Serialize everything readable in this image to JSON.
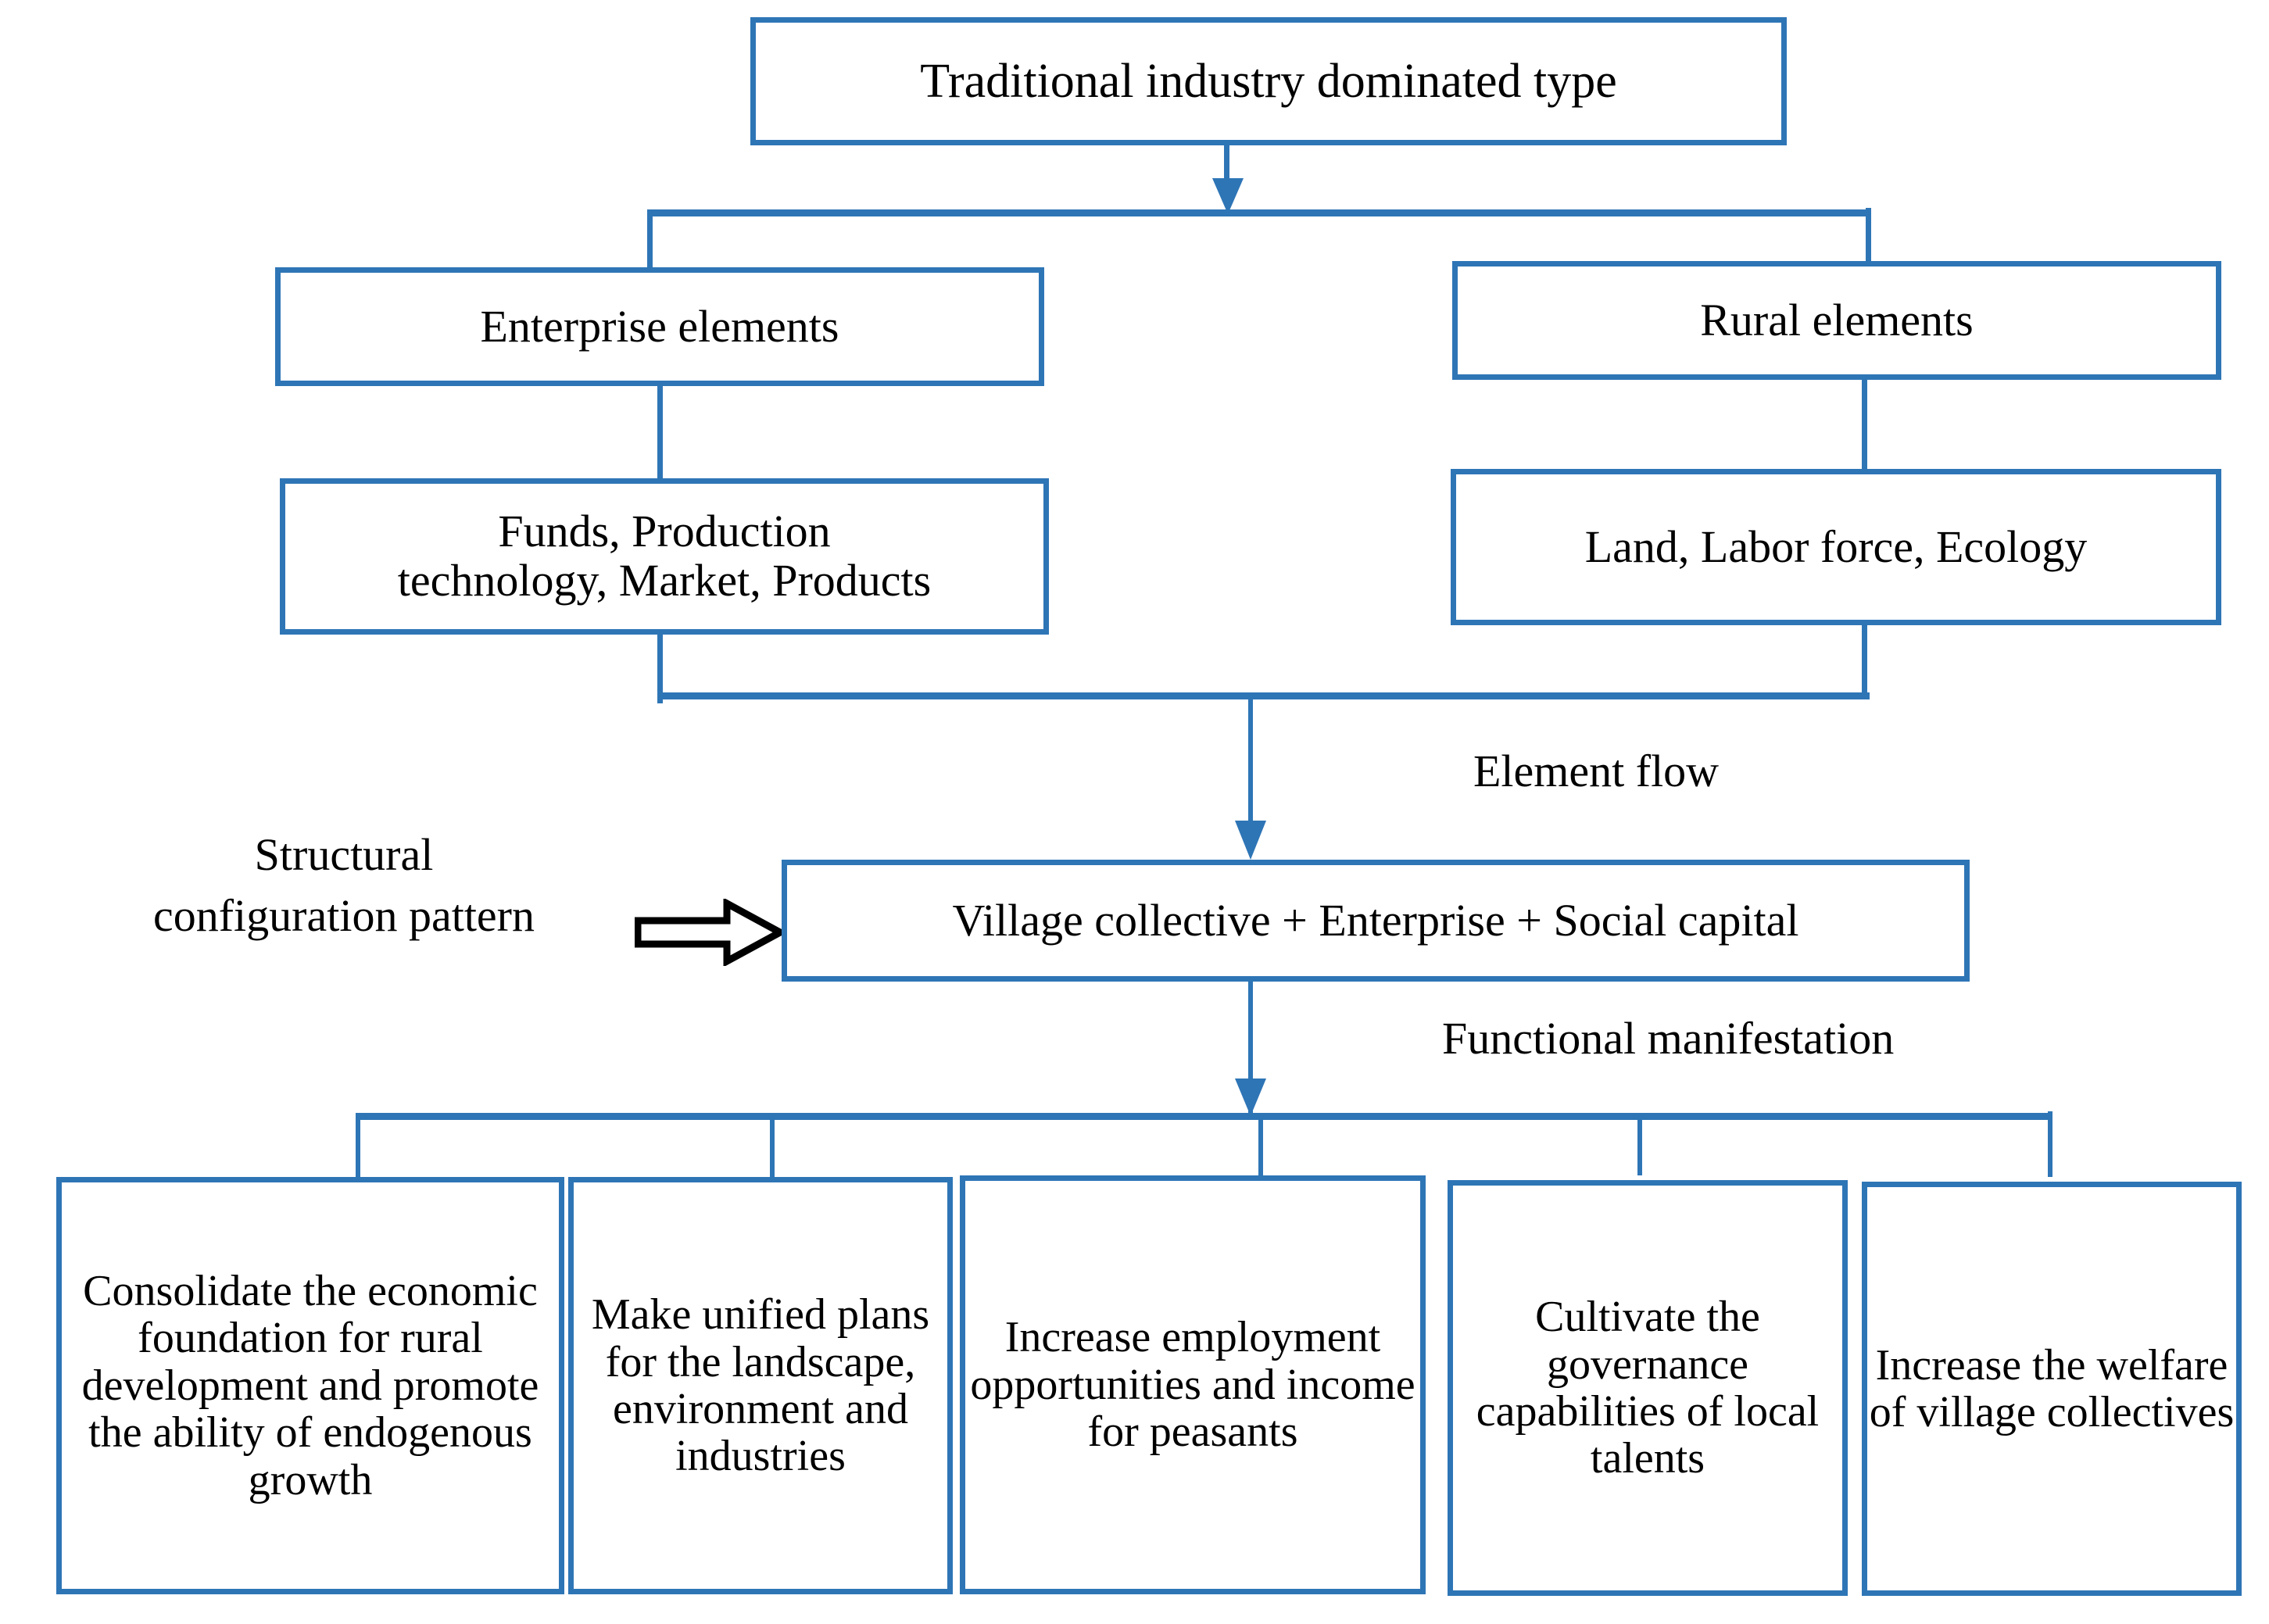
{
  "diagram": {
    "title_node": {
      "label": "Traditional industry dominated type"
    },
    "branches": [
      {
        "label": "Enterprise elements"
      },
      {
        "label": "Rural elements"
      }
    ],
    "element_nodes": [
      {
        "label": "Funds,    Production\ntechnology,    Market,    Products"
      },
      {
        "label": "Land, Labor force, Ecology"
      }
    ],
    "flow_labels": {
      "element_flow": "Element flow",
      "functional_manifestation": "Functional manifestation",
      "structural_pattern": "Structural\nconfiguration pattern"
    },
    "pattern_node": {
      "label": "Village collective + Enterprise + Social capital"
    },
    "outcomes": [
      {
        "label": "Consolidate the economic foundation for rural development and promote the ability of endogenous growth"
      },
      {
        "label": "Make unified plans for the landscape, environment and industries"
      },
      {
        "label": "Increase employment opportunities and income for peasants"
      },
      {
        "label": "Cultivate the governance capabilities of local talents"
      },
      {
        "label": "Increase the welfare of village collectives"
      }
    ],
    "colors": {
      "box_border": "#2E75B6",
      "connector": "#2E75B6",
      "text": "#000000",
      "block_arrow_outline": "#000000",
      "background": "#FFFFFF"
    },
    "icons": {
      "flow_arrow": "arrow-down-icon",
      "pattern_arrow": "block-arrow-right-icon"
    }
  }
}
